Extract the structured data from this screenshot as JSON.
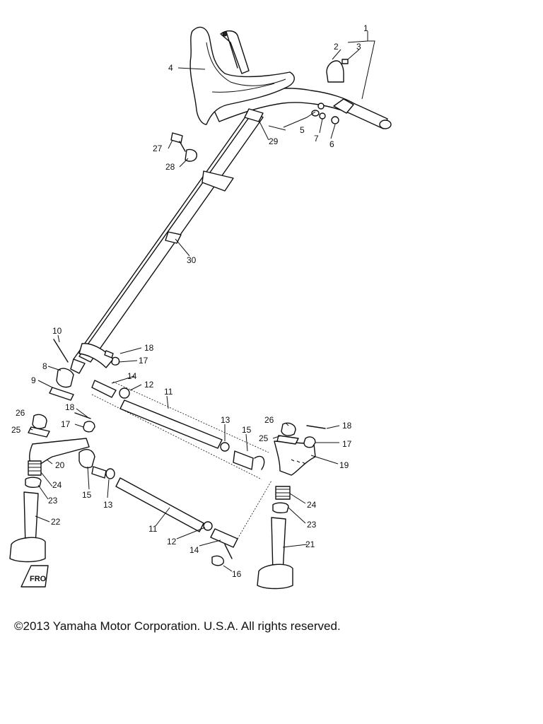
{
  "diagram": {
    "part_numbers": [
      "1",
      "2",
      "3",
      "4",
      "5",
      "6",
      "7",
      "8",
      "9",
      "10",
      "11",
      "11",
      "12",
      "12",
      "13",
      "13",
      "14",
      "14",
      "15",
      "15",
      "16",
      "17",
      "17",
      "17",
      "18",
      "18",
      "18",
      "19",
      "20",
      "21",
      "22",
      "23",
      "23",
      "24",
      "24",
      "25",
      "25",
      "26",
      "26",
      "27",
      "28",
      "29",
      "30"
    ],
    "front_marker": "FRO"
  },
  "footer": {
    "copyright": "©2013 Yamaha Motor Corporation. U.S.A. All rights reserved."
  }
}
